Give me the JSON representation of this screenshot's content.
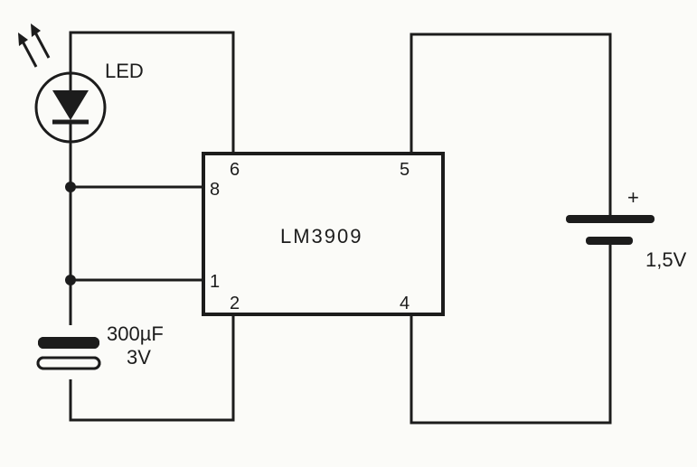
{
  "ic": {
    "name": "LM3909",
    "pins": {
      "p6": "6",
      "p8": "8",
      "p1": "1",
      "p2": "2",
      "p5": "5",
      "p4": "4"
    }
  },
  "led": {
    "label": "LED"
  },
  "capacitor": {
    "value": "300µF",
    "voltage": "3V"
  },
  "battery": {
    "polarity": "+",
    "voltage": "1,5V"
  }
}
